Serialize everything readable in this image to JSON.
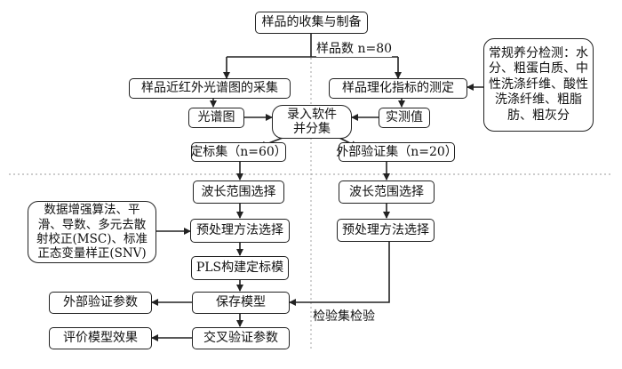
{
  "nodes": {
    "sample_collection": "样品的收集与制备",
    "nir_acquisition": "样品近红外光谱图的采集",
    "property_measure": "样品理化指标的测定",
    "routine_nutrients": "常规养分检测：水分、粗蛋白质、中性洗涤纤维、酸性洗涤纤维、粗脂肪、粗灰分",
    "spectra": "光谱图",
    "import_software": "录入软件并分集",
    "measured_value": "实测值",
    "calibration_set": "定标集（n=60）",
    "validation_set": "外部验证集（n=20）",
    "wavelength_left": "波长范围选择",
    "wavelength_right": "波长范围选择",
    "augmentation": "数据增强算法、平滑、导数、多元去散射校正(MSC)、标准正态变量样正(SNV)",
    "preprocess_left": "预处理方法选择",
    "preprocess_right": "预处理方法选择",
    "pls_model": "PLS构建定标模",
    "save_model": "保存模型",
    "ext_params": "外部验证参数",
    "eval_model": "评价模型效果",
    "cross_params": "交叉验证参数"
  },
  "labels": {
    "sample_count": "样品数 n=80",
    "test_set_check": "检验集检验"
  }
}
